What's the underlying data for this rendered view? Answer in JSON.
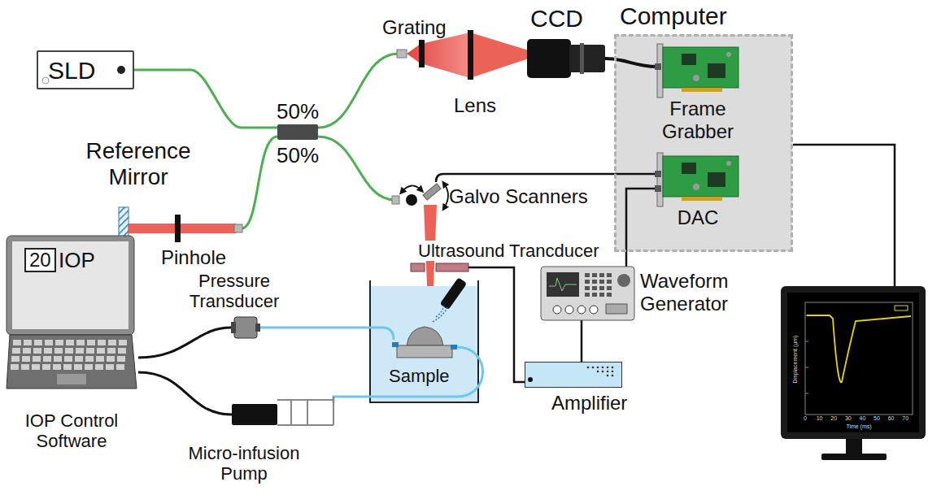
{
  "diagram": {
    "nodes": [
      {
        "text": [
          "SLD"
        ]
      },
      {
        "text": [
          "50%",
          "50%"
        ]
      },
      {
        "text": [
          "Computer"
        ]
      },
      {
        "text": [
          "Frame Grabber"
        ],
        "in": 2
      },
      {
        "text": [
          "DAC"
        ],
        "in": 2
      },
      {
        "text": [
          "Waveform Generator"
        ]
      },
      {
        "text": [
          "Amplifier"
        ]
      },
      {
        "text": [
          "IOP Control Software"
        ]
      },
      {
        "text": [
          "20"
        ],
        "in": 7
      }
    ],
    "edges": [
      {
        "from": 0,
        "to": 1,
        "arrow": "none"
      },
      {
        "from": 4,
        "to": 5,
        "arrow": "none"
      },
      {
        "from": 5,
        "to": 6,
        "arrow": "none"
      }
    ],
    "labels": [
      "Grating",
      "Lens",
      "CCD",
      "Reference Mirror",
      "Pinhole",
      "Galvo Scanners",
      "Ultrasound Trancducer",
      "Pressure Transducer",
      "Sample",
      "Micro-infusion Pump",
      "IOP",
      "Displacement (µm)",
      "Time (ms)",
      "0",
      "10",
      "20",
      "30",
      "40",
      "50",
      "60",
      "70"
    ]
  }
}
